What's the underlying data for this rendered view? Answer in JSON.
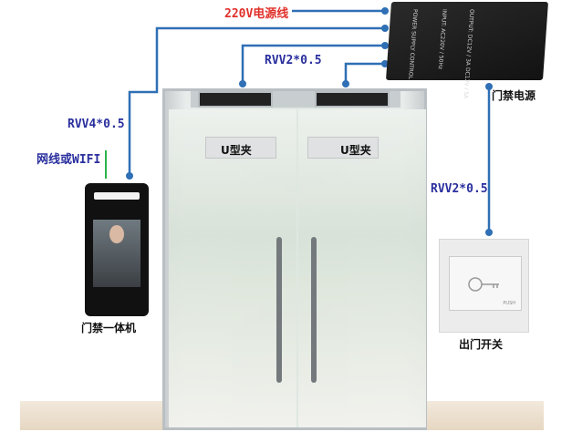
{
  "labels": {
    "power_line": "220V电源线",
    "lock_cable": "RVV2*0.5",
    "power_supply": "门禁电源",
    "device_cable": "RVV4*0.5",
    "network": "网线或WIFI",
    "device": "门禁一体机",
    "u_clip_left": "U型夹",
    "u_clip_right": "U型夹",
    "switch_cable": "RVV2*0.5",
    "exit_switch": "出门开关"
  },
  "psu": {
    "brand": "POWER SUPPLY CONTROL",
    "input": "INPUT: AC220V / 50Hz",
    "output": "OUTPUT: DC12V / 3A  DC12V / 5A"
  },
  "switch_text": "PUSH",
  "colors": {
    "wire": "#2f6fb5",
    "network_wire": "#2cb34a",
    "power_label": "#e0302a",
    "cable_label": "#2a2f9e"
  }
}
